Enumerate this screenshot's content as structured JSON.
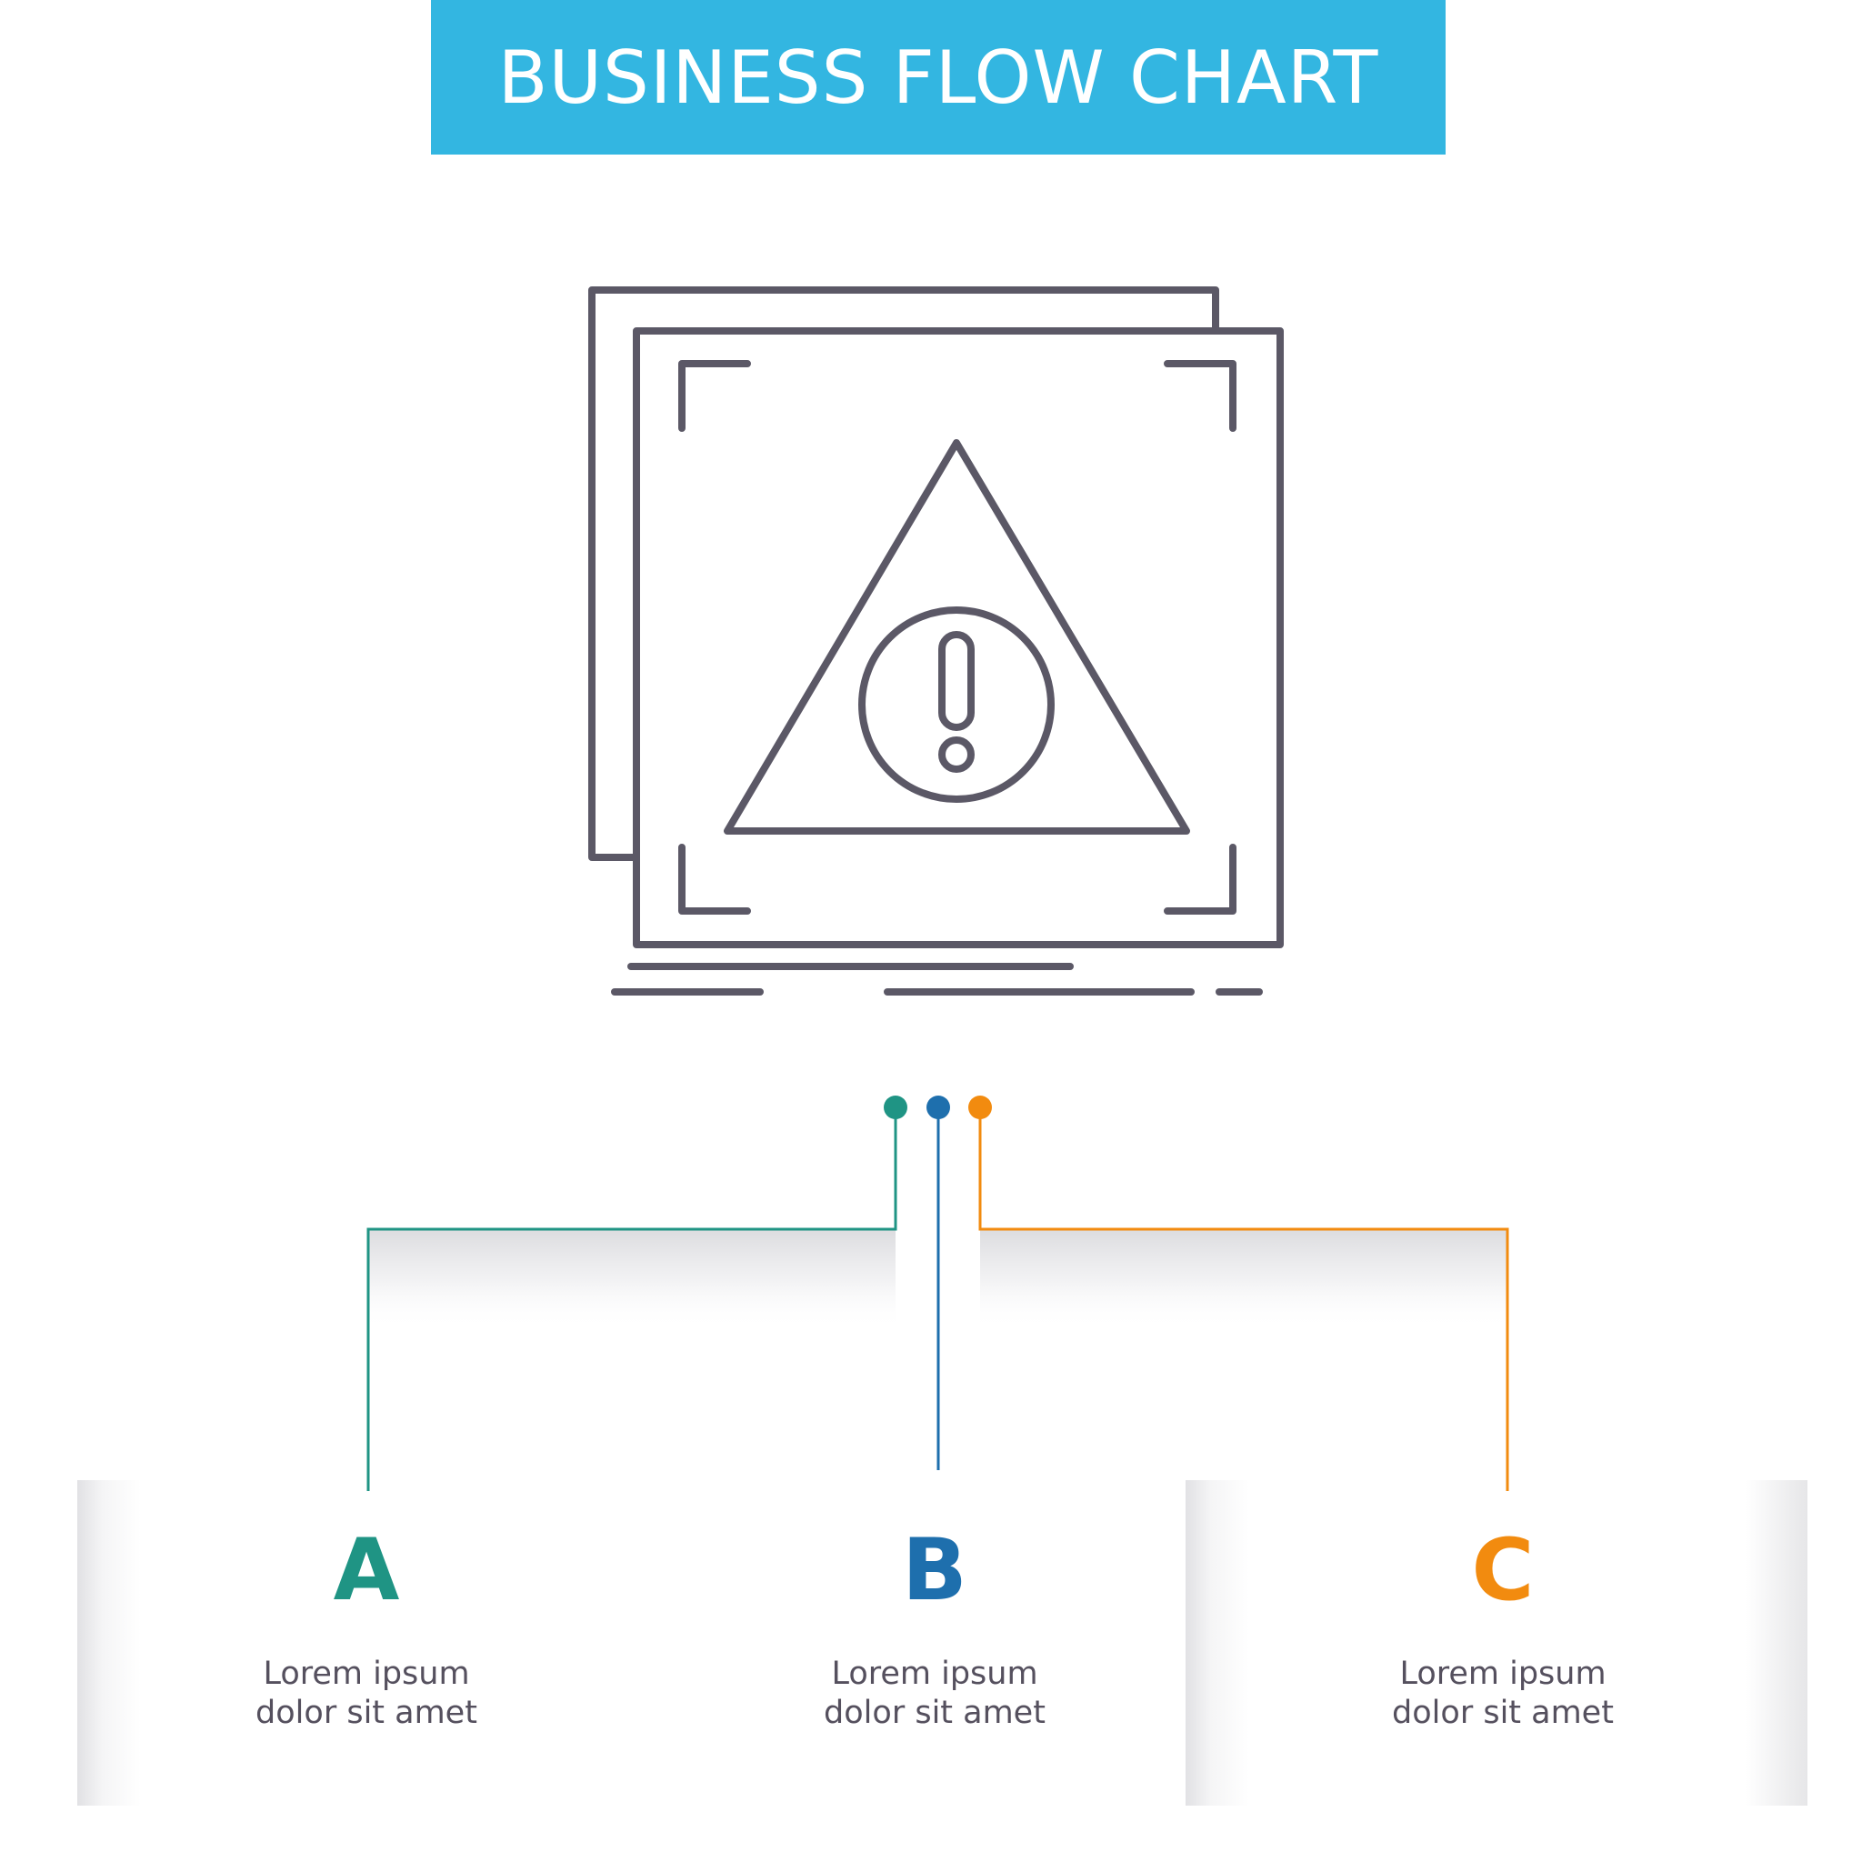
{
  "title": "BUSINESS FLOW CHART",
  "icon": "warning-triangle-screen-icon",
  "colors": {
    "banner": "#33b6e1",
    "icon_stroke": "#5b5866",
    "a": "#1f9484",
    "b": "#1e6fad",
    "c": "#f28b0f"
  },
  "steps": [
    {
      "letter": "A",
      "line1": "Lorem ipsum",
      "line2": "dolor sit amet"
    },
    {
      "letter": "B",
      "line1": "Lorem ipsum",
      "line2": "dolor sit amet"
    },
    {
      "letter": "C",
      "line1": "Lorem ipsum",
      "line2": "dolor sit amet"
    }
  ]
}
